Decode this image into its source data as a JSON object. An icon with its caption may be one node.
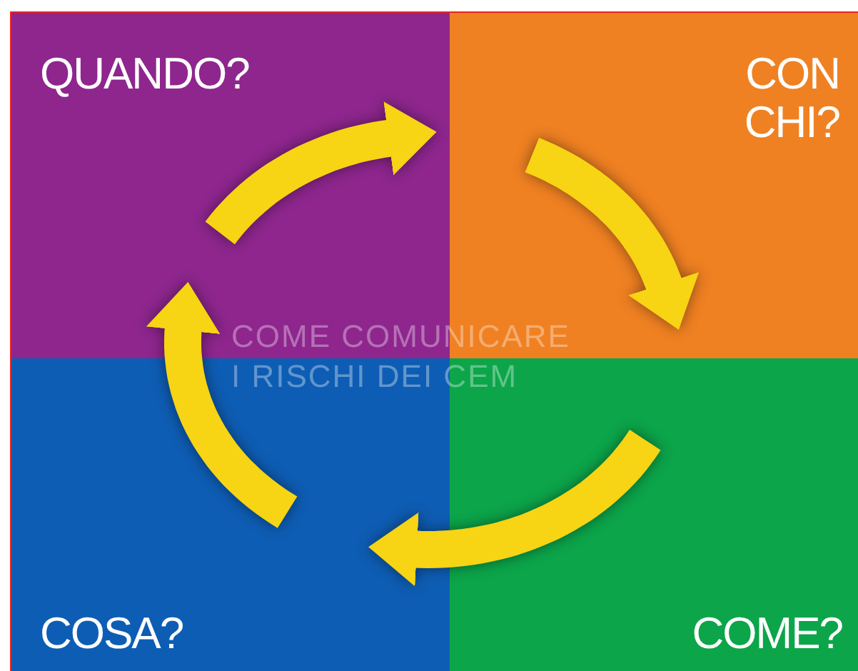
{
  "diagram": {
    "nodes": [
      {
        "text": [
          "QUANDO?"
        ]
      },
      {
        "text": [
          "CON CHI?"
        ]
      },
      {
        "text": [
          "COSA?"
        ]
      },
      {
        "text": [
          "COME?"
        ]
      }
    ],
    "edges": [
      {
        "from": 0,
        "to": 1,
        "arrow": "to"
      },
      {
        "from": 1,
        "to": 3,
        "arrow": "to"
      },
      {
        "from": 3,
        "to": 2,
        "arrow": "to"
      },
      {
        "from": 2,
        "to": 0,
        "arrow": "to"
      }
    ],
    "labels": [
      "COME COMUNICARE I RISCHI DEI CEM"
    ]
  }
}
